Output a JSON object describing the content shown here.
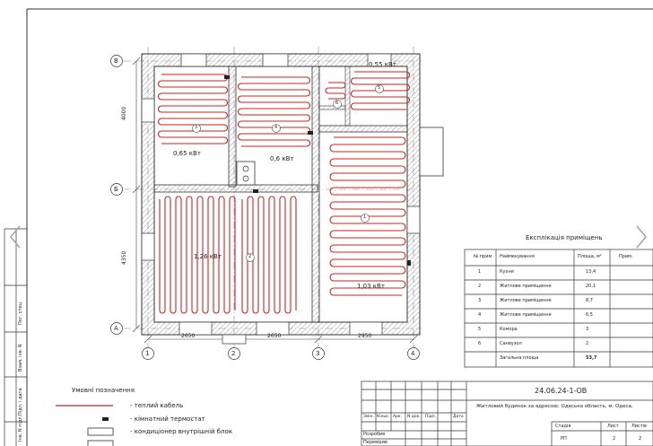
{
  "axes": {
    "rows": [
      "В",
      "Б",
      "А"
    ],
    "cols": [
      "1",
      "2",
      "3",
      "4"
    ],
    "dims_h": [
      "2650",
      "2650",
      "2950"
    ],
    "dims_v": [
      "4000",
      "4350"
    ]
  },
  "rooms": [
    {
      "num": "1",
      "power": "1,03 кВт"
    },
    {
      "num": "2",
      "power": "1,26 кВт"
    },
    {
      "num": "3",
      "power": "0,65 кВт"
    },
    {
      "num": "4",
      "power": "0,6 кВт"
    },
    {
      "num": "5",
      "power": "0,55 кВт"
    },
    {
      "num": "6",
      "power": ""
    }
  ],
  "explication": {
    "title": "Експлікація приміщень",
    "headers": [
      "№ прим.",
      "Найменування",
      "Площа, м²",
      "Прим."
    ],
    "rows": [
      [
        "1",
        "Кухня",
        "13,4"
      ],
      [
        "2",
        "Житлове приміщення",
        "20,1"
      ],
      [
        "3",
        "Житлове приміщення",
        "8,7"
      ],
      [
        "4",
        "Житлове приміщення",
        "6,5"
      ],
      [
        "5",
        "Комора",
        "3"
      ],
      [
        "6",
        "Санвузол",
        "2"
      ]
    ],
    "total_label": "Загальна площа",
    "total_value": "53,7"
  },
  "legend": {
    "title": "Умовні позначення",
    "items": [
      "- теплий кабель",
      "- кімнатний термостат",
      "- кондиціонер внутрішній блок"
    ]
  },
  "stamp": {
    "code": "24.06.24-1-ОВ",
    "description": "Житловий будинок за адресою: Одеська область, м. Одеса,",
    "cols": [
      "Змін.",
      "Кільк.",
      "Арк.",
      "N док.",
      "Підп.",
      "Дата"
    ],
    "rows": [
      "Розробив",
      "Перевірив"
    ],
    "stage_headers": [
      "Стадія",
      "Лист",
      "Листів"
    ],
    "stage_values": [
      "РП",
      "2",
      "2"
    ]
  },
  "side_stamp": [
    "Інв. N підл.",
    "Підп. і дата",
    "Взам. інв. N",
    "Пог. спец"
  ],
  "colors": {
    "cable": "#cc2222",
    "wall": "#333333",
    "axis": "#888888"
  },
  "icons": [
    "chevron-left-icon",
    "chevron-right-icon"
  ]
}
